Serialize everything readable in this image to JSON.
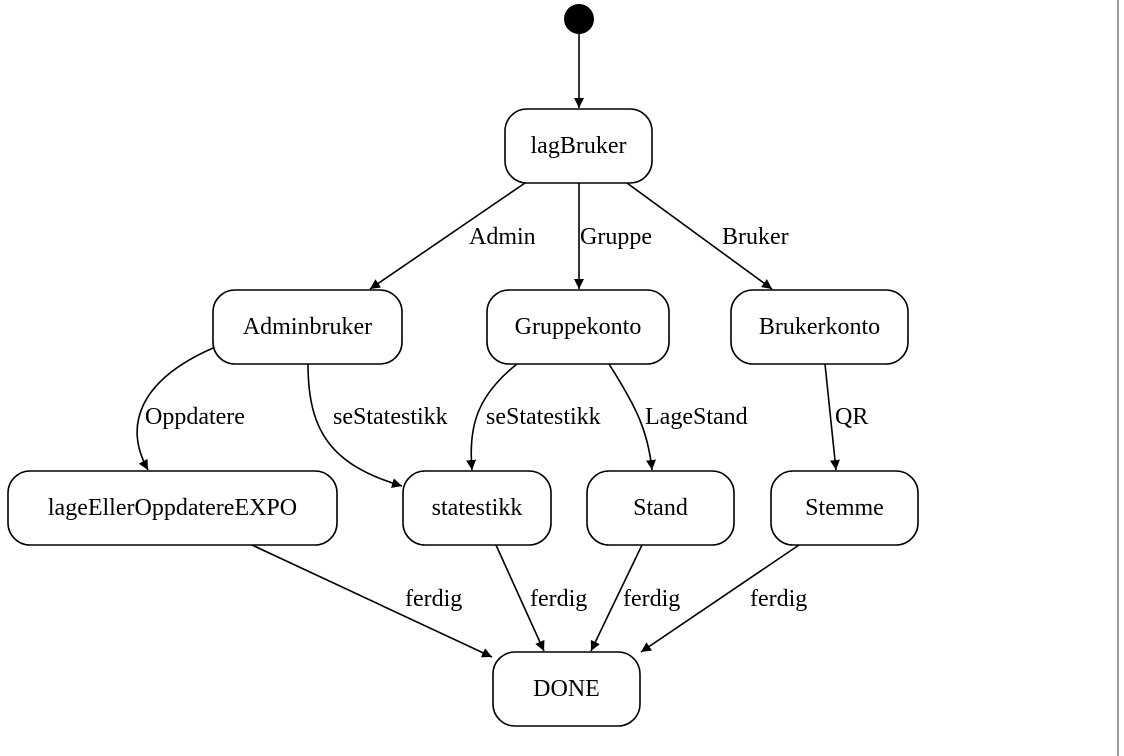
{
  "diagram": {
    "type": "state-diagram",
    "start": {
      "id": "start"
    },
    "nodes": [
      {
        "id": "lagBruker",
        "label": "lagBruker"
      },
      {
        "id": "Adminbruker",
        "label": "Adminbruker"
      },
      {
        "id": "Gruppekonto",
        "label": "Gruppekonto"
      },
      {
        "id": "Brukerkonto",
        "label": "Brukerkonto"
      },
      {
        "id": "lageEllerOppdatereEXPO",
        "label": "lageEllerOppdatereEXPO"
      },
      {
        "id": "statestikk",
        "label": "statestikk"
      },
      {
        "id": "Stand",
        "label": "Stand"
      },
      {
        "id": "Stemme",
        "label": "Stemme"
      },
      {
        "id": "DONE",
        "label": "DONE"
      }
    ],
    "edges": [
      {
        "from": "start",
        "to": "lagBruker",
        "label": ""
      },
      {
        "from": "lagBruker",
        "to": "Adminbruker",
        "label": "Admin"
      },
      {
        "from": "lagBruker",
        "to": "Gruppekonto",
        "label": "Gruppe"
      },
      {
        "from": "lagBruker",
        "to": "Brukerkonto",
        "label": "Bruker"
      },
      {
        "from": "Adminbruker",
        "to": "lageEllerOppdatereEXPO",
        "label": "Oppdatere"
      },
      {
        "from": "Adminbruker",
        "to": "statestikk",
        "label": "seStatestikk"
      },
      {
        "from": "Gruppekonto",
        "to": "statestikk",
        "label": "seStatestikk"
      },
      {
        "from": "Gruppekonto",
        "to": "Stand",
        "label": "LageStand"
      },
      {
        "from": "Brukerkonto",
        "to": "Stemme",
        "label": "QR"
      },
      {
        "from": "lageEllerOppdatereEXPO",
        "to": "DONE",
        "label": "ferdig"
      },
      {
        "from": "statestikk",
        "to": "DONE",
        "label": "ferdig"
      },
      {
        "from": "Stand",
        "to": "DONE",
        "label": "ferdig"
      },
      {
        "from": "Stemme",
        "to": "DONE",
        "label": "ferdig"
      }
    ]
  }
}
